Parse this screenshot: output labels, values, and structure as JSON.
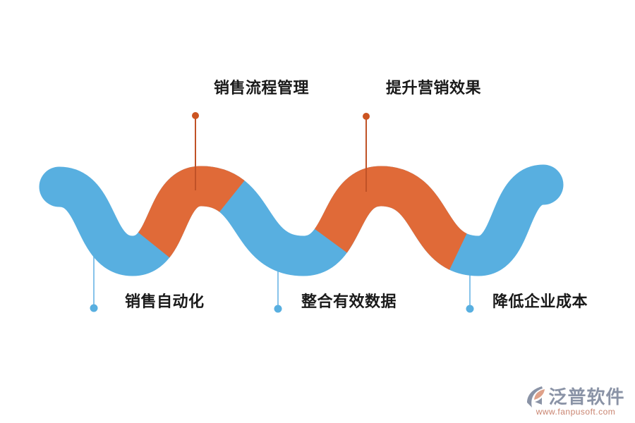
{
  "labels": [
    {
      "id": "sales-process-management",
      "text": "销售流程管理",
      "position": "top"
    },
    {
      "id": "improve-marketing-effect",
      "text": "提升营销效果",
      "position": "top"
    },
    {
      "id": "sales-automation",
      "text": "销售自动化",
      "position": "bottom"
    },
    {
      "id": "integrate-effective-data",
      "text": "整合有效数据",
      "position": "bottom"
    },
    {
      "id": "reduce-enterprise-cost",
      "text": "降低企业成本",
      "position": "bottom"
    }
  ],
  "watermark": {
    "brand": "泛普软件",
    "url": "www.fanpusoft.com"
  },
  "colors": {
    "wave_blue": "#58AFE0",
    "wave_orange": "#E06A38",
    "leader_orange_line": "#C05227",
    "leader_orange_dot": "#CC5420",
    "leader_blue_line": "#87C3EA",
    "leader_blue_dot": "#58AFE0",
    "label_text": "#1A1A1A",
    "watermark_gray": "#8A93A6",
    "watermark_salmon": "#C9836F"
  }
}
